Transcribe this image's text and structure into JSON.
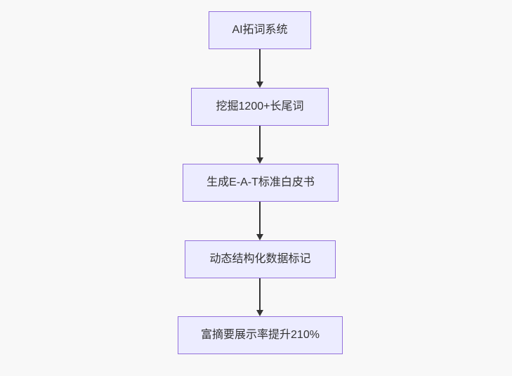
{
  "diagram": {
    "type": "flowchart",
    "direction": "top-down",
    "colors": {
      "background": "#f8f8f8",
      "node_fill": "#ECECFF",
      "node_border": "#9370DB",
      "node_text": "#333333",
      "edge": "#333333"
    },
    "nodes": [
      {
        "label": "AI拓词系统"
      },
      {
        "label": "挖掘1200+长尾词"
      },
      {
        "label": "生成E-A-T标准白皮书"
      },
      {
        "label": "动态结构化数据标记"
      },
      {
        "label": "富摘要展示率提升210%"
      }
    ],
    "edges": [
      {
        "from": "AI拓词系统",
        "to": "挖掘1200+长尾词"
      },
      {
        "from": "挖掘1200+长尾词",
        "to": "生成E-A-T标准白皮书"
      },
      {
        "from": "生成E-A-T标准白皮书",
        "to": "动态结构化数据标记"
      },
      {
        "from": "动态结构化数据标记",
        "to": "富摘要展示率提升210%"
      }
    ]
  }
}
